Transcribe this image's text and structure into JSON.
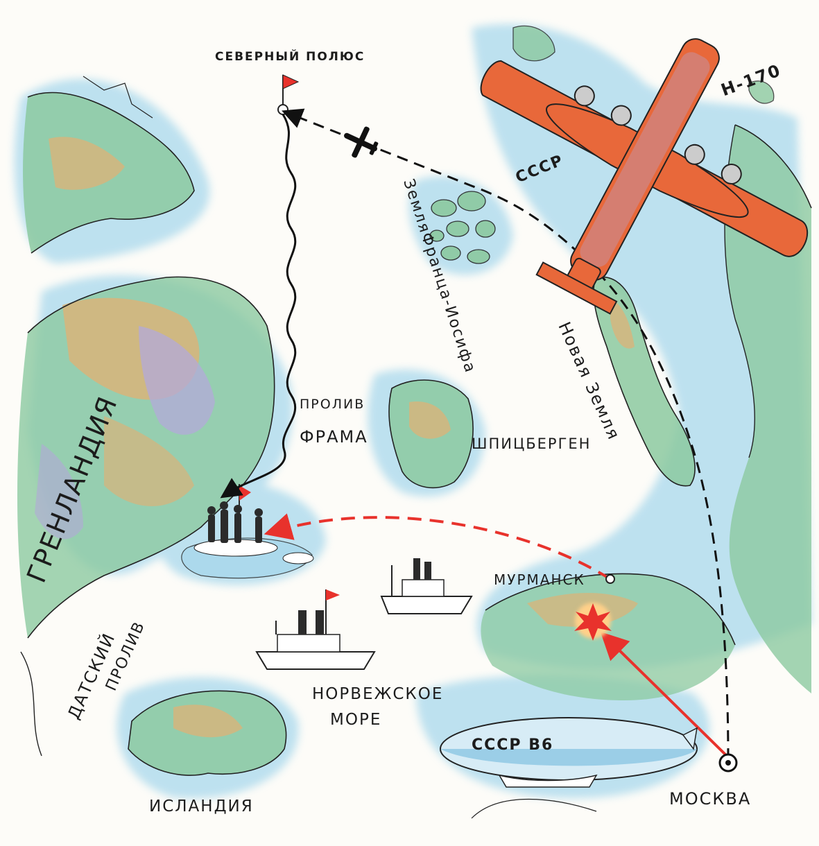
{
  "labels": {
    "north_pole": "СЕВЕРНЫЙ ПОЛЮС",
    "franz_josef": "ЗемляФранца-Иосифа",
    "novaya_zemlya": "Новая Земля",
    "fram_strait_1": "ПРОЛИВ",
    "fram_strait_2": "ФРАМА",
    "spitsbergen": "ШПИЦБЕРГЕН",
    "greenland": "ГРЕНЛАНДИЯ",
    "murmansk": "МУРМАНСК",
    "danish_strait_1": "ДАТСКИЙ",
    "danish_strait_2": "ПРОЛИВ",
    "norwegian_sea_1": "НОРВЕЖСКОЕ",
    "norwegian_sea_2": "МОРЕ",
    "iceland": "ИСЛАНДИЯ",
    "moscow": "МОСКВА"
  },
  "aircraft": {
    "country": "СССР",
    "registration": "Н-170"
  },
  "airship": {
    "name": "СССР В6"
  },
  "colors": {
    "sea": "#a8d8ec",
    "land_green": "#8cc9a0",
    "land_ochre": "#d9b47a",
    "land_violet": "#b3a9d9",
    "route_red": "#e8322c",
    "plane_orange": "#e8683a"
  }
}
